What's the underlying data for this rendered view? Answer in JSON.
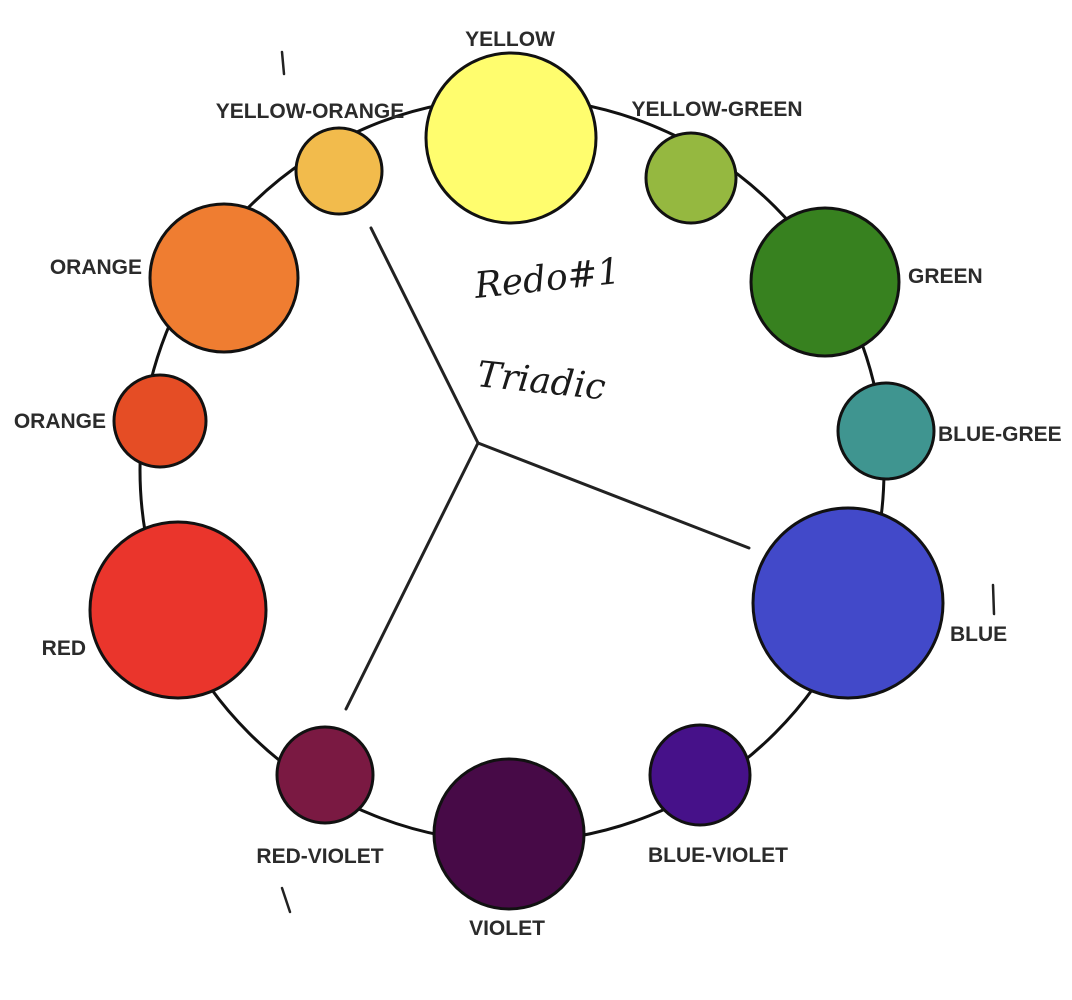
{
  "colors": [
    {
      "key": "yellow",
      "label": "YELLOW",
      "hex": "#FFFD6E"
    },
    {
      "key": "yellow-green",
      "label": "YELLOW-GREEN",
      "hex": "#95B840"
    },
    {
      "key": "green",
      "label": "GREEN",
      "hex": "#37811F"
    },
    {
      "key": "blue-green",
      "label": "BLUE-GREE",
      "hex": "#3F9590"
    },
    {
      "key": "blue",
      "label": "BLUE",
      "hex": "#4249C9"
    },
    {
      "key": "blue-violet",
      "label": "BLUE-VIOLET",
      "hex": "#461189"
    },
    {
      "key": "violet",
      "label": "VIOLET",
      "hex": "#470A47"
    },
    {
      "key": "red-violet",
      "label": "RED-VIOLET",
      "hex": "#7A1942"
    },
    {
      "key": "red",
      "label": "RED",
      "hex": "#EA352C"
    },
    {
      "key": "red-orange",
      "label": "ORANGE",
      "hex": "#E54D25"
    },
    {
      "key": "orange",
      "label": "ORANGE",
      "hex": "#EF7D31"
    },
    {
      "key": "yellow-orange",
      "label": "YELLOW-ORANGE",
      "hex": "#F2BB4C"
    }
  ],
  "annotations": {
    "title": "Redo#1",
    "subtitle": "Triadic"
  },
  "scheme": {
    "name": "Triadic",
    "selected": [
      "yellow-orange",
      "blue",
      "red-violet"
    ]
  }
}
